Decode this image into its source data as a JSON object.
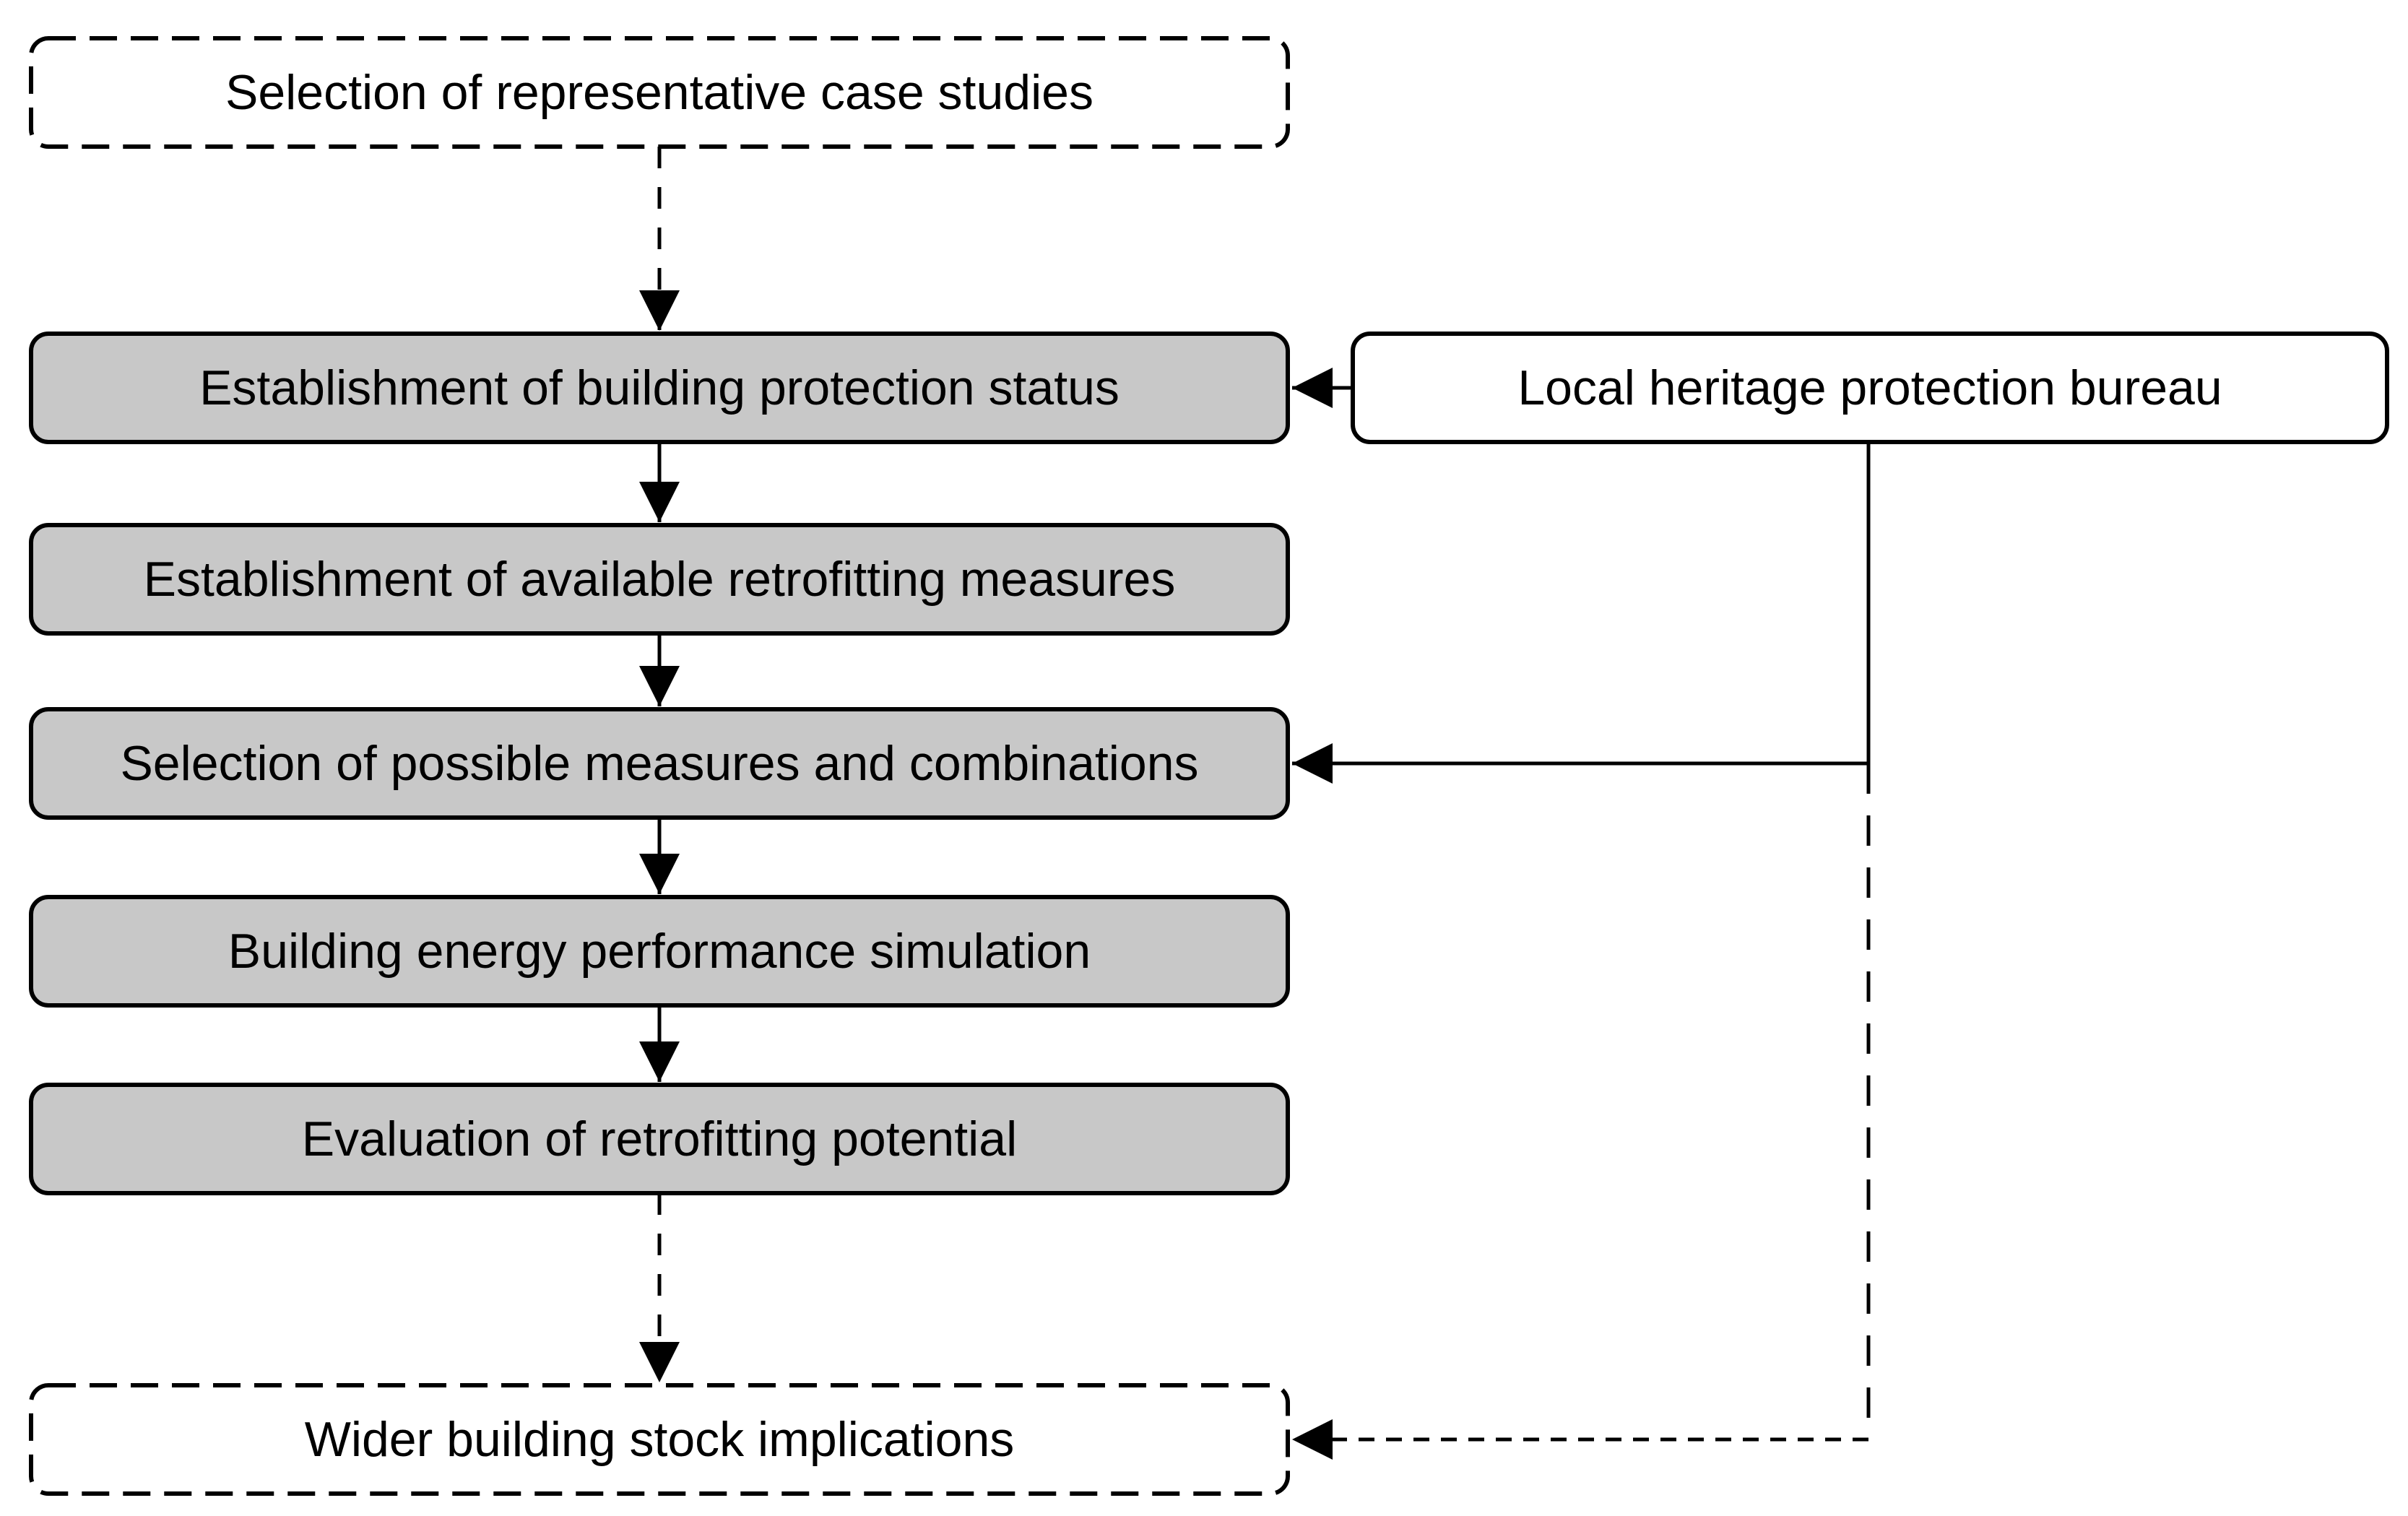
{
  "nodes": {
    "case_studies": {
      "label": "Selection of representative case studies",
      "type": "terminal-dashed"
    },
    "protection_status": {
      "label": "Establishment of building protection status",
      "type": "process"
    },
    "available_measures": {
      "label": "Establishment of available retrofitting measures",
      "type": "process"
    },
    "possible_measures": {
      "label": "Selection of possible measures and combinations",
      "type": "process"
    },
    "energy_simulation": {
      "label": "Building energy performance simulation",
      "type": "process"
    },
    "retrofit_potential": {
      "label": "Evaluation of retrofitting potential",
      "type": "process"
    },
    "stock_implications": {
      "label": "Wider building stock implications",
      "type": "terminal-dashed"
    },
    "heritage_bureau": {
      "label": "Local heritage protection bureau",
      "type": "external-input"
    }
  },
  "colors": {
    "process_fill": "#c8c8c8",
    "terminal_fill": "#ffffff",
    "stroke": "#000000",
    "text": "#000000",
    "background": "#ffffff"
  }
}
